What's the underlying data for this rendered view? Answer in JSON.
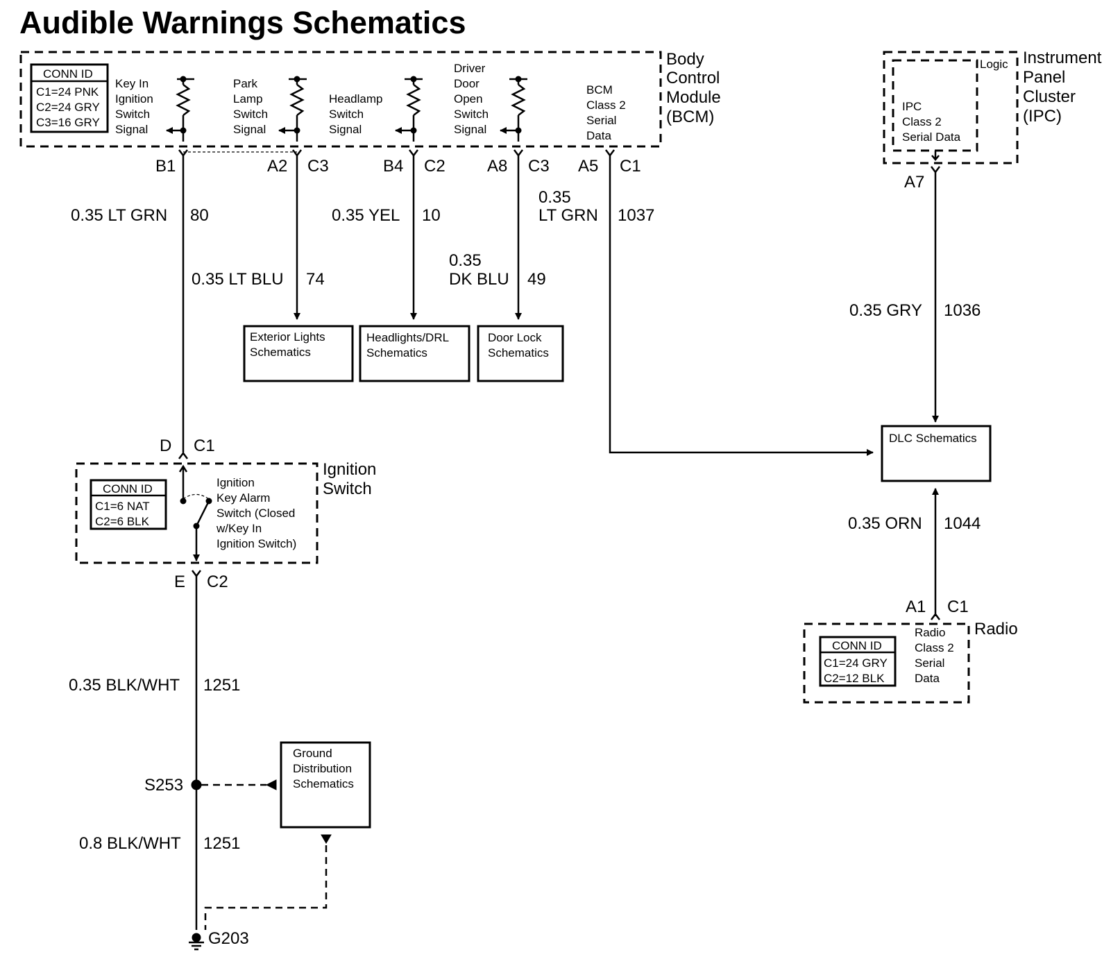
{
  "title": "Audible Warnings Schematics",
  "bcm": {
    "name_lines": [
      "Body",
      "Control",
      "Module",
      "(BCM)"
    ],
    "conn_id_header": "CONN ID",
    "conn_ids": [
      "C1=24 PNK",
      "C2=24 GRY",
      "C3=16 GRY"
    ],
    "signals": {
      "key_in": [
        "Key In",
        "Ignition",
        "Switch",
        "Signal"
      ],
      "park_lamp": [
        "Park",
        "Lamp",
        "Switch",
        "Signal"
      ],
      "headlamp": [
        "Headlamp",
        "Switch",
        "Signal"
      ],
      "driver_door": [
        "Driver",
        "Door",
        "Open",
        "Switch",
        "Signal"
      ],
      "class2": [
        "BCM",
        "Class 2",
        "Serial",
        "Data"
      ]
    }
  },
  "pins": {
    "b1": "B1",
    "a2": "A2",
    "a2_conn": "C3",
    "b4": "B4",
    "b4_conn": "C2",
    "a8": "A8",
    "a8_conn": "C3",
    "a5": "A5",
    "a5_conn": "C1",
    "a7": "A7",
    "d": "D",
    "d_conn": "C1",
    "e": "E",
    "e_conn": "C2",
    "a1": "A1",
    "a1_conn": "C1"
  },
  "wires": {
    "key_in": {
      "color": "0.35 LT GRN",
      "circuit": "80"
    },
    "park_lamp": {
      "color": "0.35 LT BLU",
      "circuit": "74"
    },
    "headlamp": {
      "color": "0.35 YEL",
      "circuit": "10"
    },
    "door": {
      "gauge": "0.35",
      "color": "DK BLU",
      "circuit": "49"
    },
    "bcm_data": {
      "gauge": "0.35",
      "color": "LT GRN",
      "circuit": "1037"
    },
    "ipc_data": {
      "color": "0.35 GRY",
      "circuit": "1036"
    },
    "radio_data": {
      "color": "0.35 ORN",
      "circuit": "1044"
    },
    "ground_upper": {
      "color": "0.35 BLK/WHT",
      "circuit": "1251"
    },
    "ground_lower": {
      "color": "0.8 BLK/WHT",
      "circuit": "1251"
    }
  },
  "boxes": {
    "exterior_lights": [
      "Exterior Lights",
      "Schematics"
    ],
    "headlights": [
      "Headlights/DRL",
      "Schematics"
    ],
    "door_lock": [
      "Door Lock",
      "Schematics"
    ],
    "dlc": [
      "DLC Schematics"
    ],
    "ground_dist": [
      "Ground",
      "Distribution",
      "Schematics"
    ]
  },
  "ipc": {
    "name_lines": [
      "Instrument",
      "Panel",
      "Cluster",
      "(IPC)"
    ],
    "logic": "Logic",
    "data_lines": [
      "IPC",
      "Class 2",
      "Serial Data"
    ]
  },
  "ignition": {
    "name_lines": [
      "Ignition",
      "Switch"
    ],
    "conn_id_header": "CONN ID",
    "conn_ids": [
      "C1=6 NAT",
      "C2=6 BLK"
    ],
    "switch_lines": [
      "Ignition",
      "Key Alarm",
      "Switch (Closed",
      "w/Key In",
      "Ignition Switch)"
    ]
  },
  "radio": {
    "name": "Radio",
    "conn_id_header": "CONN ID",
    "conn_ids": [
      "C1=24 GRY",
      "C2=12 BLK"
    ],
    "data_lines": [
      "Radio",
      "Class 2",
      "Serial",
      "Data"
    ]
  },
  "splice": "S253",
  "ground": "G203"
}
